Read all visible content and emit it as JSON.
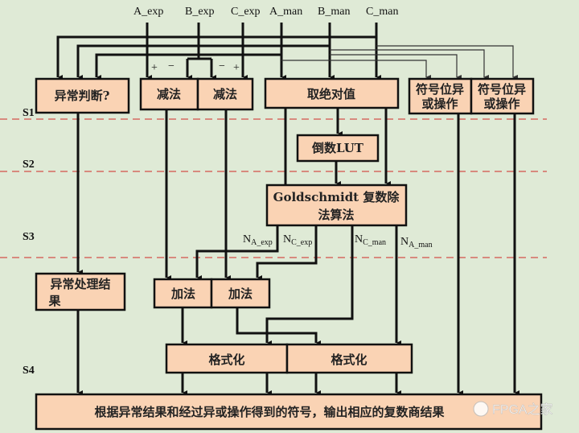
{
  "inputs": {
    "a_exp": "A_exp",
    "b_exp": "B_exp",
    "c_exp": "C_exp",
    "a_man": "A_man",
    "b_man": "B_man",
    "c_man": "C_man"
  },
  "signs": {
    "plus1": "+",
    "minus1": "−",
    "minus2": "−",
    "plus2": "+"
  },
  "stages": [
    "S1",
    "S2",
    "S3",
    "S4"
  ],
  "boxes": {
    "exception_check": "异常判断?",
    "sub1": "减法",
    "sub2": "减法",
    "abs": "取绝对值",
    "xor1_line1": "符号位异",
    "xor1_line2": "或操作",
    "xor2_line1": "符号位异",
    "xor2_line2": "或操作",
    "lut": "倒数LUT",
    "goldschmidt_line1": "Goldschmidt 复数除",
    "goldschmidt_line2": "法算法",
    "exception_result_line1": "异常处理结",
    "exception_result_line2": "果",
    "add1": "加法",
    "add2": "加法",
    "format1": "格式化",
    "format2": "格式化",
    "output": "根据异常结果和经过异或操作得到的符号，输出相应的复数商结果"
  },
  "signals": {
    "n_a_exp": {
      "base": "N",
      "sub": "A_exp"
    },
    "n_c_exp": {
      "base": "N",
      "sub": "C_exp"
    },
    "n_c_man": {
      "base": "N",
      "sub": "C_man"
    },
    "n_a_man": {
      "base": "N",
      "sub": "A_man"
    }
  },
  "watermark": "FPGA之家",
  "colors": {
    "background": "#dfead6",
    "box_fill": "#fad3b4",
    "stage_divider": "#d88a7e"
  }
}
